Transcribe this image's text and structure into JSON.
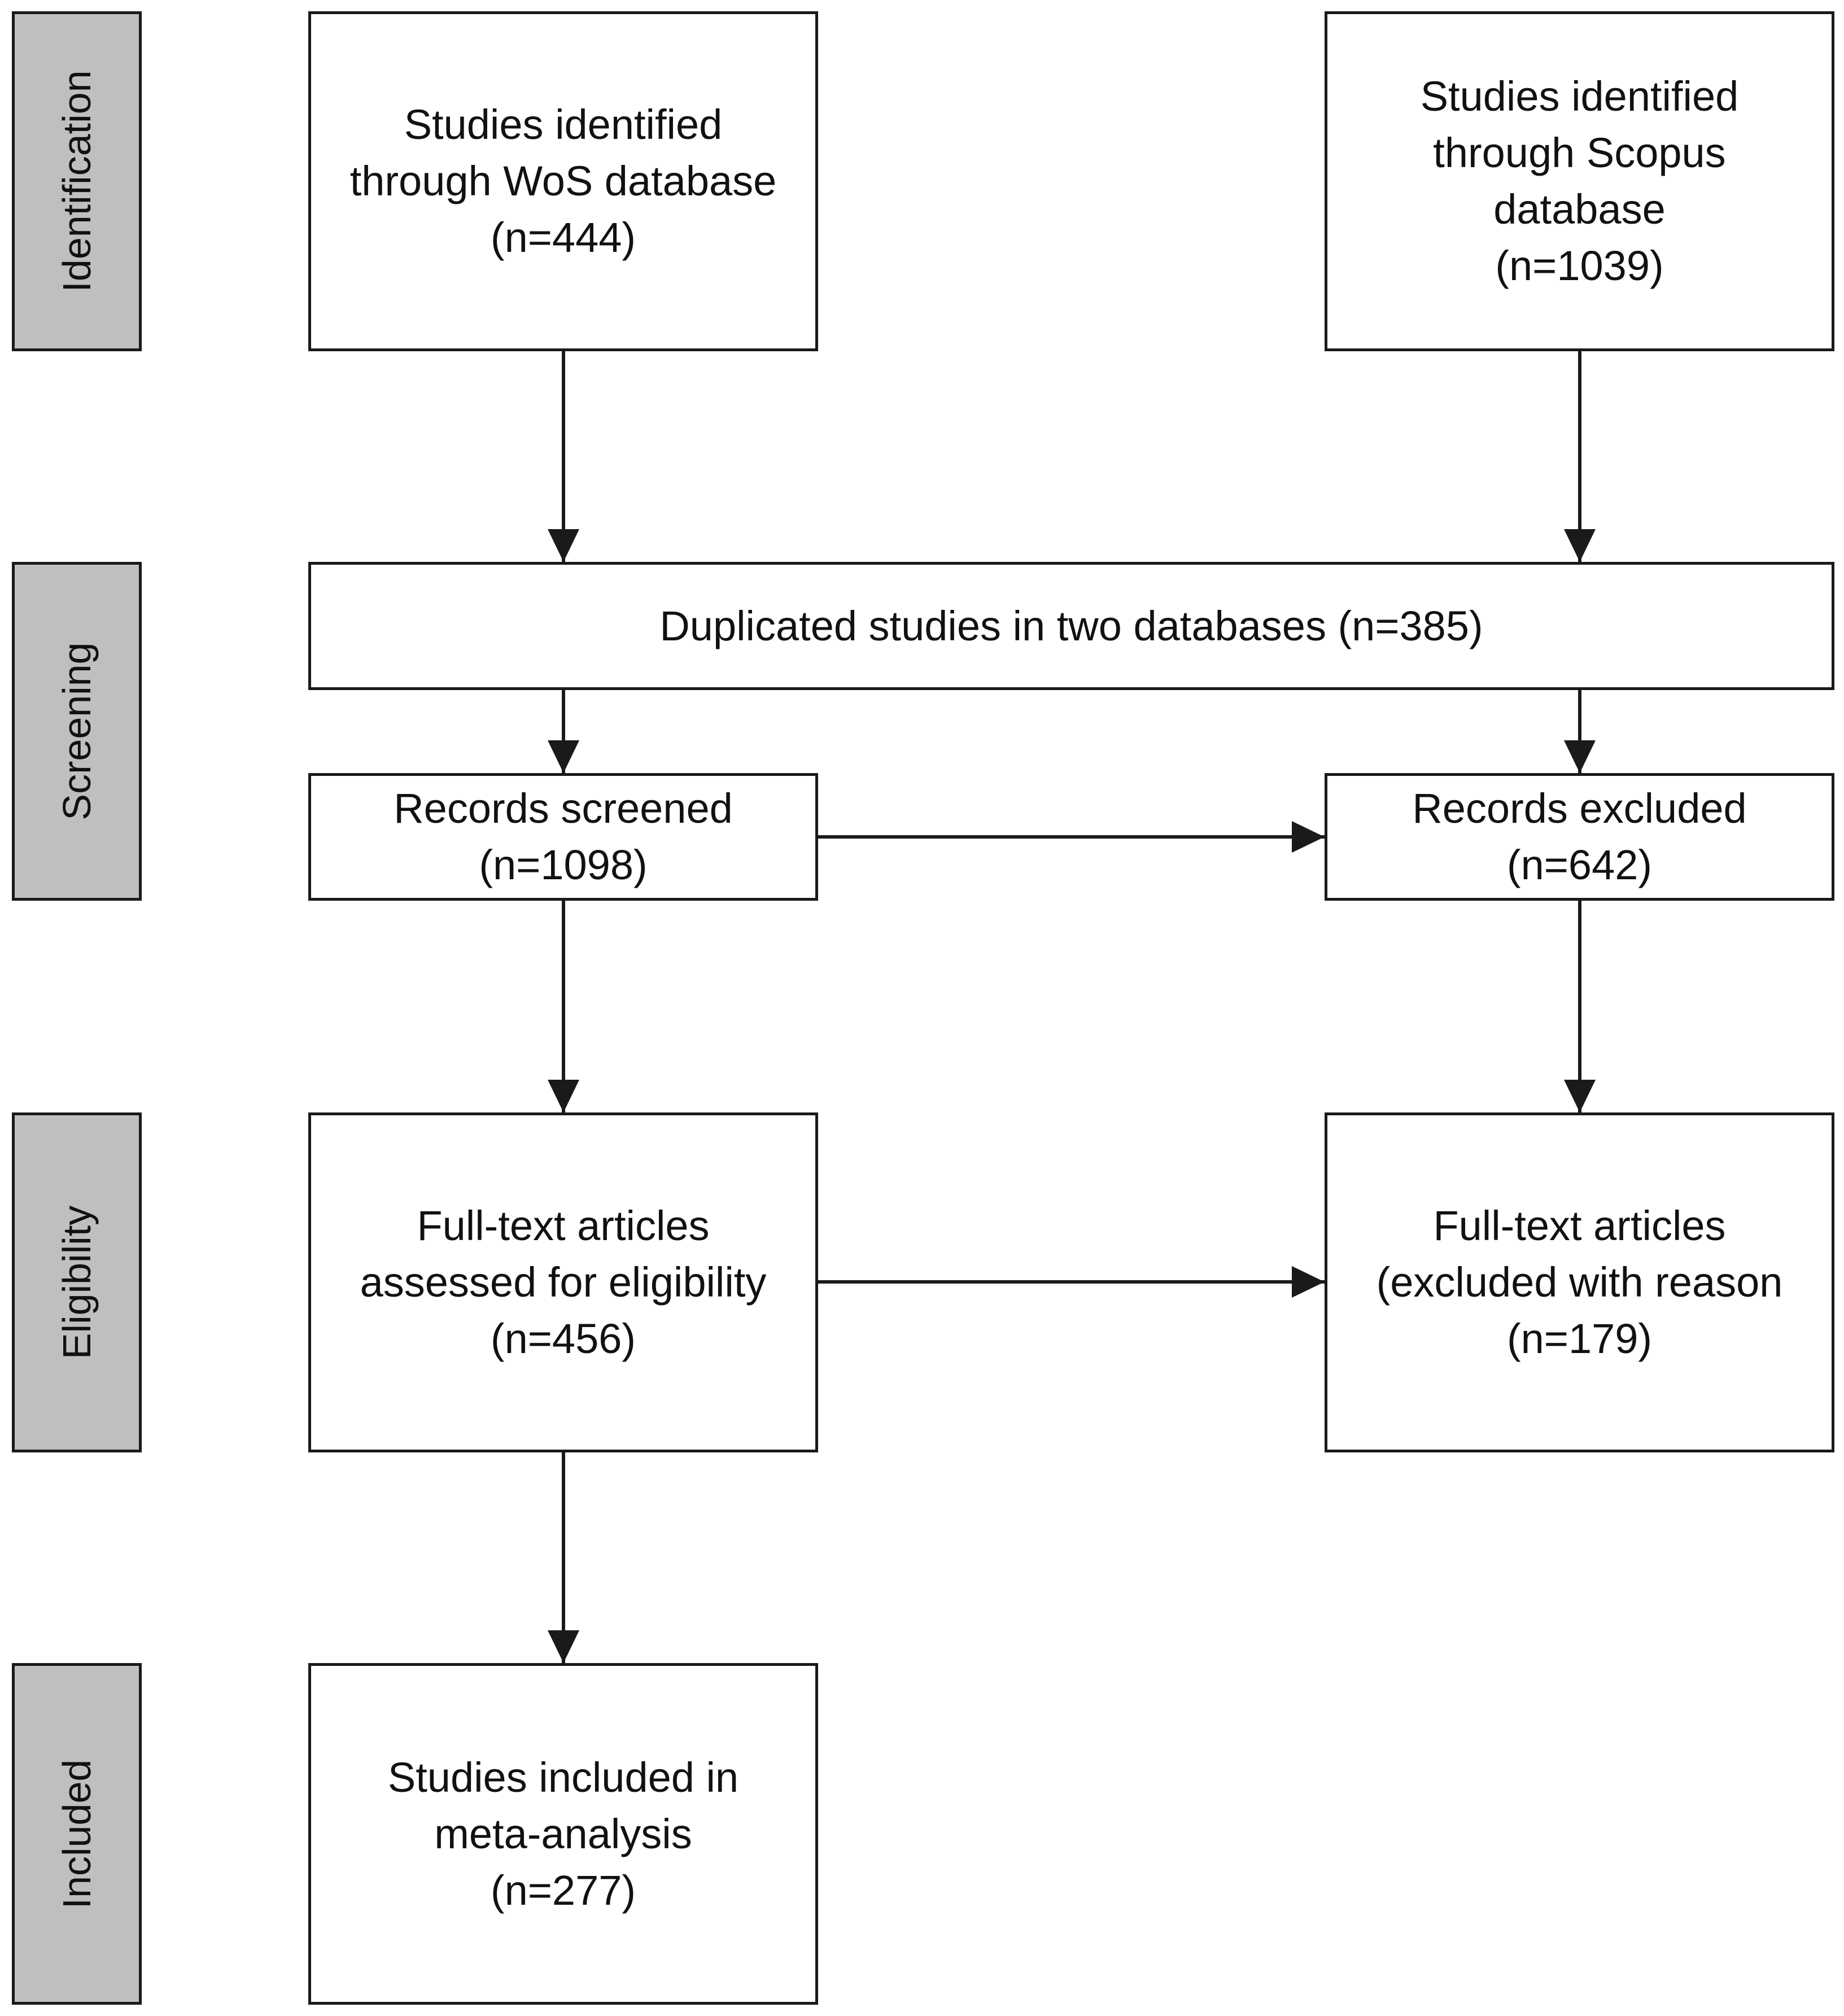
{
  "stages": {
    "identification": "Identification",
    "screening": "Screening",
    "eligibility": "Eligibility",
    "included": "Included"
  },
  "boxes": {
    "wos": {
      "line1": "Studies identified",
      "line2": "through WoS database",
      "line3": "(n=444)"
    },
    "scopus": {
      "line1": "Studies identified",
      "line2": "through Scopus",
      "line3": "database",
      "line4": "(n=1039)"
    },
    "duplicated": {
      "line1": "Duplicated studies in two databases (n=385)"
    },
    "screened": {
      "line1": "Records screened",
      "line2": "(n=1098)"
    },
    "excluded": {
      "line1": "Records excluded",
      "line2": "(n=642)"
    },
    "fulltext_assessed": {
      "line1": "Full-text articles",
      "line2": "assessed for eligibility",
      "line3": "(n=456)"
    },
    "fulltext_excluded": {
      "line1": "Full-text articles",
      "line2": "(excluded with reason",
      "line3": "(n=179)"
    },
    "included": {
      "line1": "Studies included in",
      "line2": "meta-analysis",
      "line3": "(n=277)"
    }
  }
}
